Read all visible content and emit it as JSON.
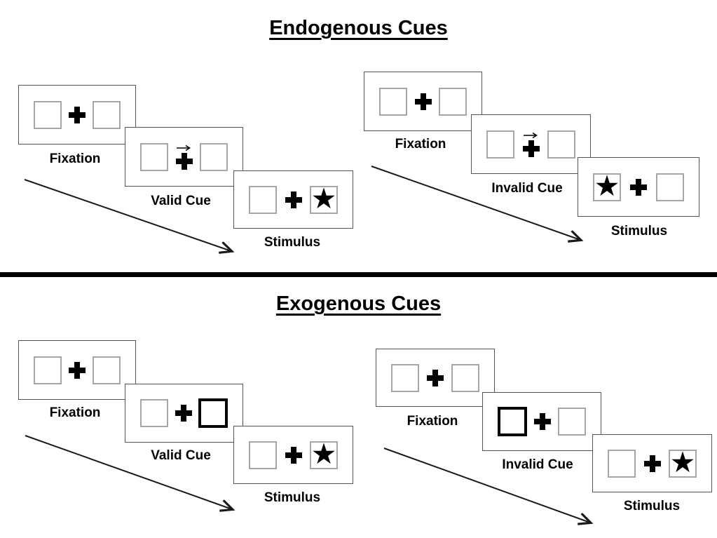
{
  "page": {
    "background": "#ffffff"
  },
  "colors": {
    "card_border": "#545454",
    "square_border": "#a6a6a6",
    "bold_square_border": "#000000",
    "ink": "#000000"
  },
  "icons": {
    "star": "★",
    "cue_arrow": "right-arrow",
    "fixation_cross": "plus-cross"
  },
  "sections": [
    {
      "title": "Endogenous Cues",
      "panels": [
        {
          "name": "endogenous-valid-trial",
          "cards": [
            {
              "label": "Fixation",
              "type": "fixation"
            },
            {
              "label": "Valid Cue",
              "type": "endogenous-cue",
              "cue_direction": "right"
            },
            {
              "label": "Stimulus",
              "type": "stimulus",
              "star_side": "right"
            }
          ]
        },
        {
          "name": "endogenous-invalid-trial",
          "cards": [
            {
              "label": "Fixation",
              "type": "fixation"
            },
            {
              "label": "Invalid Cue",
              "type": "endogenous-cue",
              "cue_direction": "right"
            },
            {
              "label": "Stimulus",
              "type": "stimulus",
              "star_side": "left"
            }
          ]
        }
      ]
    },
    {
      "title": "Exogenous Cues",
      "panels": [
        {
          "name": "exogenous-valid-trial",
          "cards": [
            {
              "label": "Fixation",
              "type": "fixation"
            },
            {
              "label": "Valid Cue",
              "type": "exogenous-cue",
              "highlight_side": "right"
            },
            {
              "label": "Stimulus",
              "type": "stimulus",
              "star_side": "right"
            }
          ]
        },
        {
          "name": "exogenous-invalid-trial",
          "cards": [
            {
              "label": "Fixation",
              "type": "fixation"
            },
            {
              "label": "Invalid Cue",
              "type": "exogenous-cue",
              "highlight_side": "left"
            },
            {
              "label": "Stimulus",
              "type": "stimulus",
              "star_side": "right"
            }
          ]
        }
      ]
    }
  ]
}
